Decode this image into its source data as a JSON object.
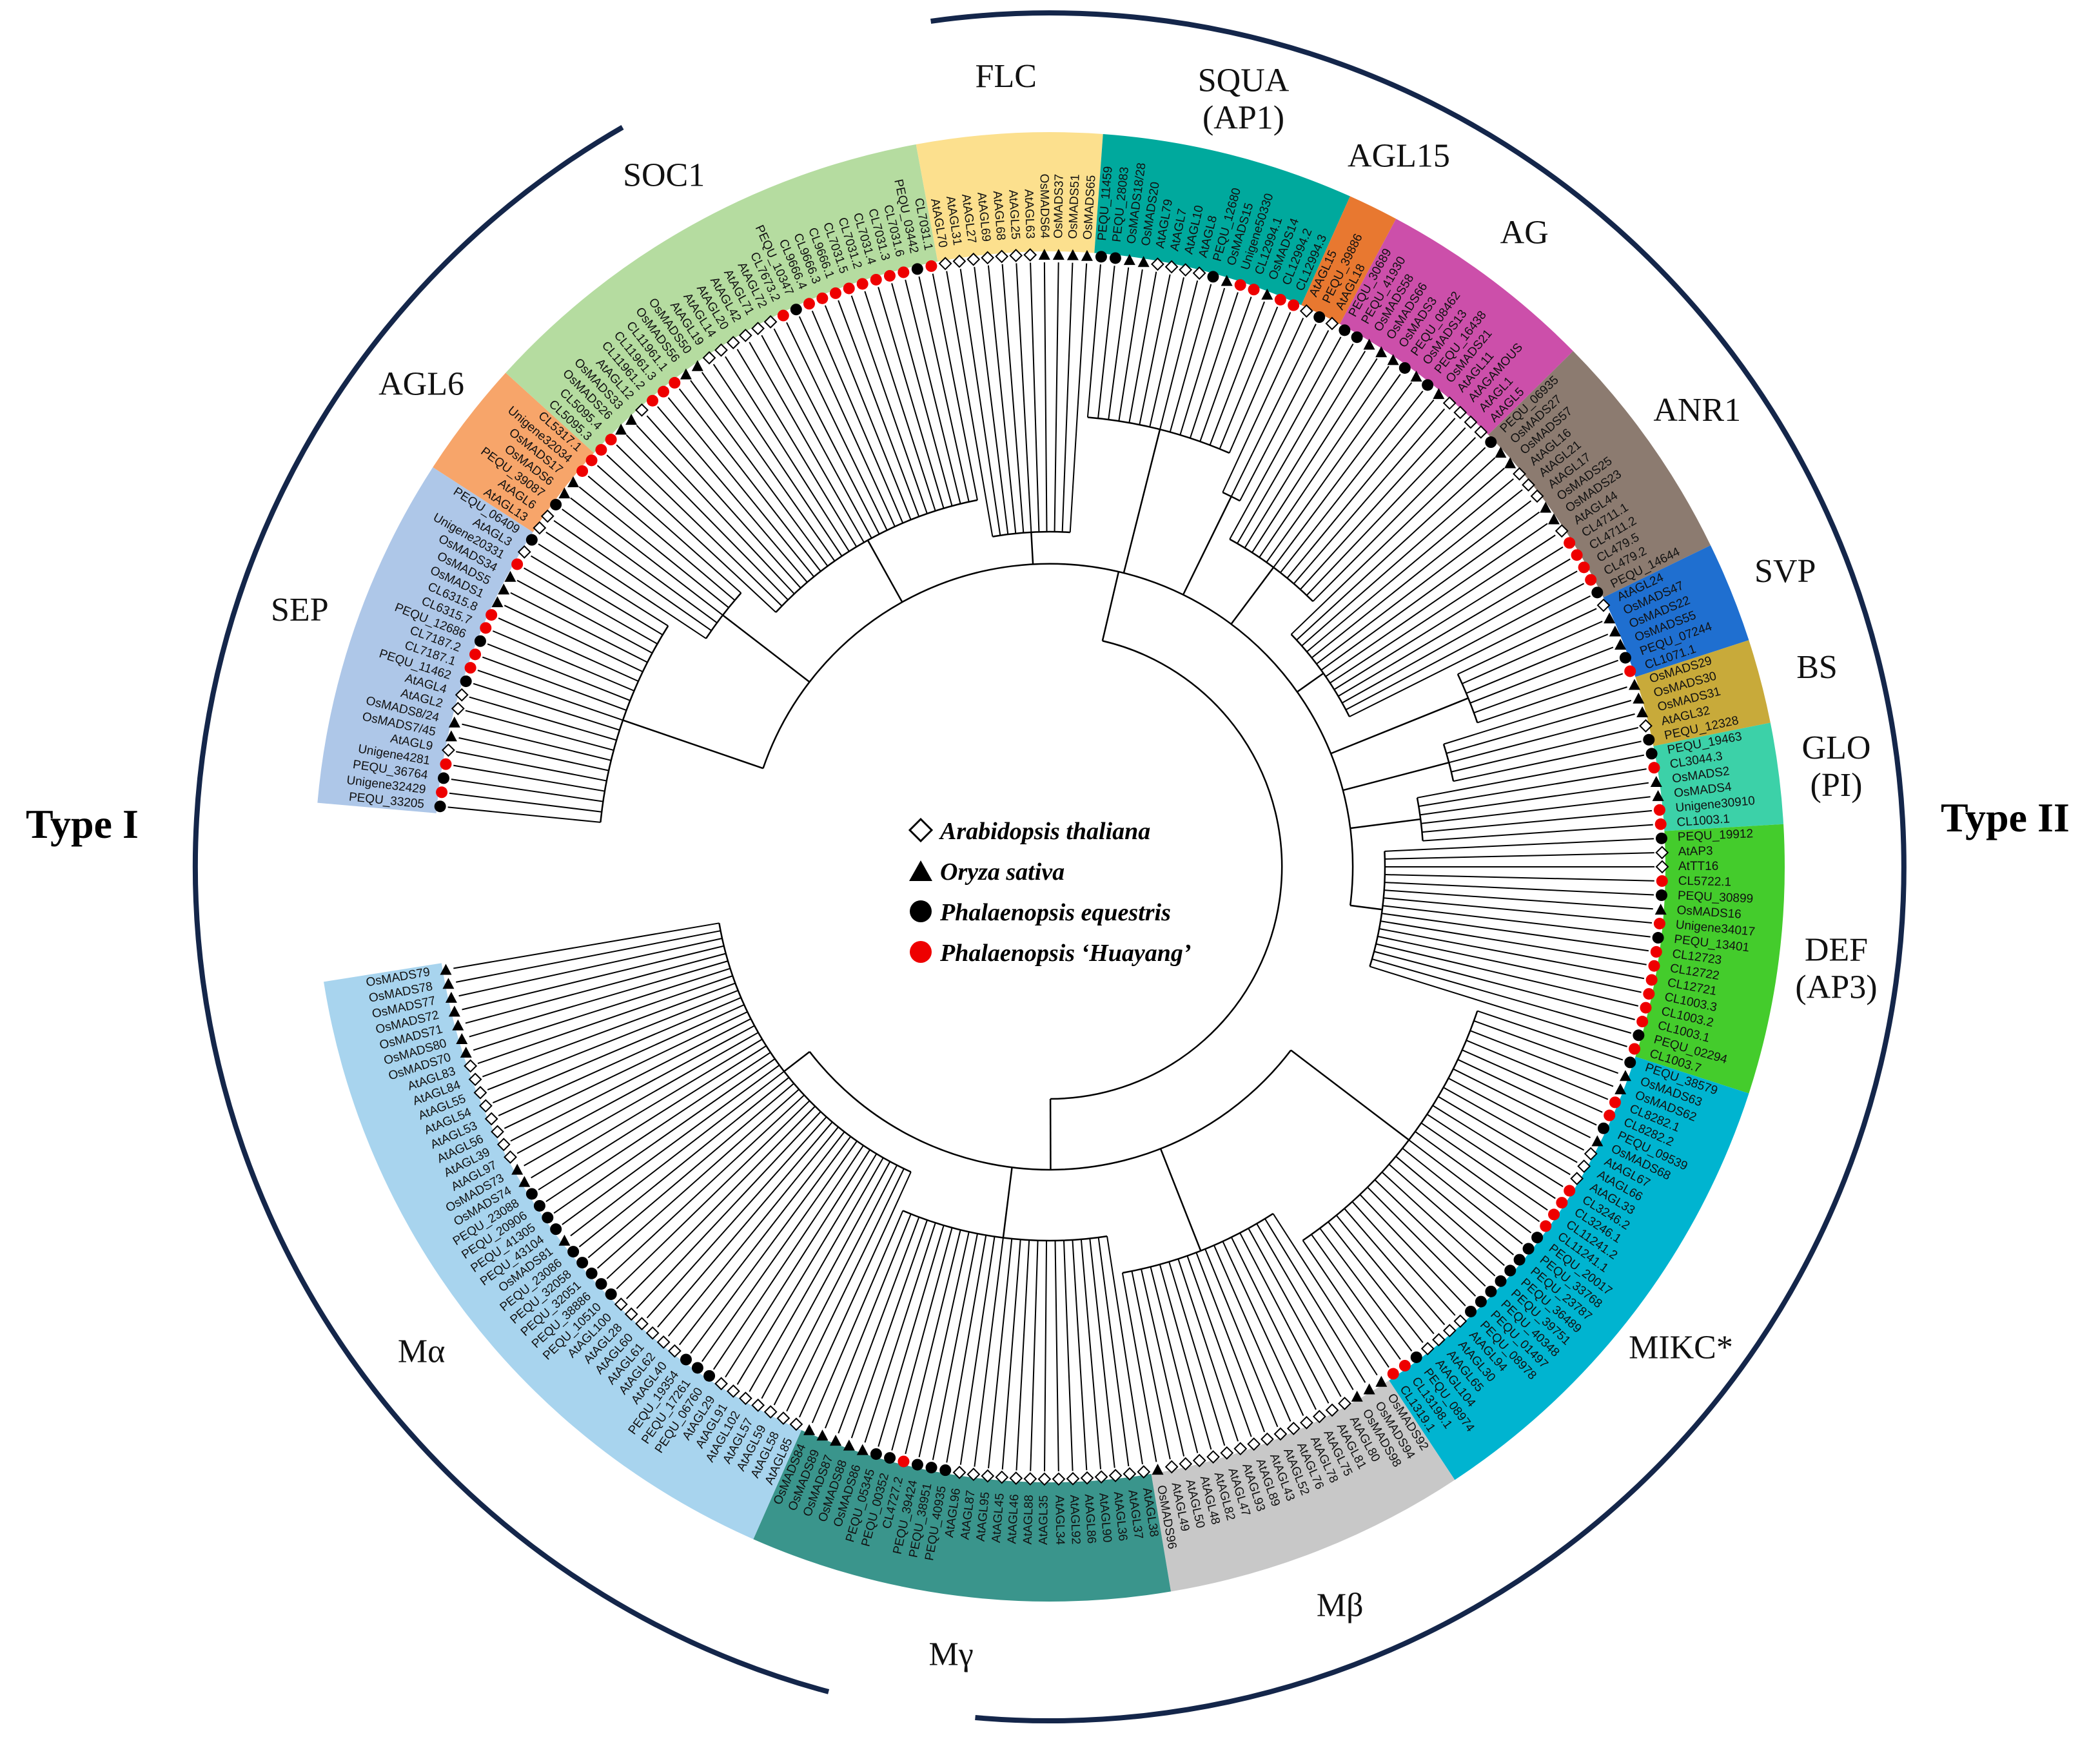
{
  "type_labels": {
    "left": "Type I",
    "right": "Type II"
  },
  "legend": [
    {
      "label": "Arabidopsis thaliana",
      "marker": "open-diamond"
    },
    {
      "label": "Oryza sativa",
      "marker": "triangle"
    },
    {
      "label": "Phalaenopsis equestris",
      "marker": "black-dot"
    },
    {
      "label": "Phalaenopsis ‘Huayang’",
      "marker": "red-dot"
    }
  ],
  "clades": [
    {
      "name": "SEP",
      "lines": [
        "SEP"
      ],
      "color": "#aec7e8",
      "leaves": [
        "PEQU_33205",
        "Unigene32429",
        "PEQU_36764",
        "Unigene4281",
        "AtAGL9",
        "OsMADS7/45",
        "OsMADS8/24",
        "AtAGL2",
        "AtAGL4",
        "PEQU_11462",
        "CL7187.1",
        "CL7187.2",
        "PEQU_12686",
        "CL6315.7",
        "CL6315.8",
        "OsMADS1",
        "OsMADS5",
        "OsMADS34",
        "Unigene20331",
        "AtAGL3",
        "PEQU_06409"
      ]
    },
    {
      "name": "AGL6",
      "lines": [
        "AGL6"
      ],
      "color": "#f7a56a",
      "leaves": [
        "AtAGL13",
        "AtAGL6",
        "PEQU_39087",
        "OsMADS6",
        "OsMADS17",
        "Unigene32034",
        "CL5317.1"
      ]
    },
    {
      "name": "SOC1",
      "lines": [
        "SOC1"
      ],
      "color": "#b5dca0",
      "leaves": [
        "CL5095.3",
        "CL5095.4",
        "OsMADS26",
        "OsMADS33",
        "AtAGL12",
        "CL11961.2",
        "CL11961.3",
        "CL11961.1",
        "OsMADS56",
        "OsMADS50",
        "AtAGL19",
        "AtAGL14",
        "AtAGL20",
        "AtAGL42",
        "AtAGL71",
        "AtAGL72",
        "CL7673.2",
        "PEQU_10347",
        "CL9666.4",
        "CL9666.3",
        "CL9666.1",
        "CL7031.5",
        "CL7031.2",
        "CL7031.4",
        "CL7031.3",
        "CL7031.6",
        "PEQU_03442",
        "CL7031.1"
      ]
    },
    {
      "name": "FLC",
      "lines": [
        "FLC"
      ],
      "color": "#fce08e",
      "leaves": [
        "AtAGL70",
        "AtAGL31",
        "AtAGL27",
        "AtAGL69",
        "AtAGL68",
        "AtAGL25",
        "AtAGL63",
        "OsMADS64",
        "OsMADS37",
        "OsMADS51",
        "OsMADS65"
      ]
    },
    {
      "name": "SQUA",
      "lines": [
        "SQUA",
        "(AP1)"
      ],
      "color": "#00a99d",
      "leaves": [
        "PEQU_11459",
        "PEQU_28083",
        "OsMADS18/28",
        "OsMADS20",
        "AtAGL79",
        "AtAGL7",
        "AtAGL10",
        "AtAGL8",
        "PEQU_12680",
        "OsMADS15",
        "Unigene50330",
        "CL12994.1",
        "OsMADS14",
        "CL12994.2",
        "CL12994.3"
      ]
    },
    {
      "name": "AGL15",
      "lines": [
        "AGL15"
      ],
      "color": "#e87830",
      "leaves": [
        "AtAGL15",
        "PEQU_39886",
        "AtAGL18"
      ]
    },
    {
      "name": "AG",
      "lines": [
        "AG"
      ],
      "color": "#cc4faa",
      "leaves": [
        "PEQU_30689",
        "PEQU_41930",
        "OsMADS58",
        "OsMADS66",
        "OsMADS3",
        "PEQU_08462",
        "OsMADS13",
        "PEQU_16438",
        "OsMADS21",
        "AtAGL11",
        "AtAGAMOUS",
        "AtAGL1",
        "AtAGL5"
      ]
    },
    {
      "name": "ANR1",
      "lines": [
        "ANR1"
      ],
      "color": "#8c7b70",
      "leaves": [
        "PEQU_06935",
        "OsMADS27",
        "OsMADS57",
        "AtAGL16",
        "AtAGL21",
        "AtAGL17",
        "OsMADS25",
        "OsMADS23",
        "AtAGL44",
        "CL4711.1",
        "CL4711.2",
        "CL479.5",
        "CL479.2",
        "PEQU_14644"
      ]
    },
    {
      "name": "SVP",
      "lines": [
        "SVP"
      ],
      "color": "#1f6fd0",
      "leaves": [
        "AtAGL24",
        "OsMADS47",
        "OsMADS22",
        "OsMADS55",
        "PEQU_07244",
        "CL1071.1"
      ]
    },
    {
      "name": "BS",
      "lines": [
        "BS"
      ],
      "color": "#c8aa3a",
      "leaves": [
        "OsMADS29",
        "OsMADS30",
        "OsMADS31",
        "AtAGL32",
        "PEQU_12328"
      ]
    },
    {
      "name": "GLO",
      "lines": [
        "GLO",
        "(PI)"
      ],
      "color": "#3cd1a8",
      "leaves": [
        "PEQU_19463",
        "CL3044.3",
        "OsMADS2",
        "OsMADS4",
        "Unigene30910",
        "CL1003.1"
      ]
    },
    {
      "name": "DEF",
      "lines": [
        "DEF",
        "(AP3)"
      ],
      "color": "#44cc2c",
      "leaves": [
        "PEQU_19912",
        "AtAP3",
        "AtTT16",
        "CL5722.1",
        "PEQU_30899",
        "OsMADS16",
        "Unigene34017",
        "PEQU_13401",
        "CL12723",
        "CL12722",
        "CL12721",
        "CL1003.3",
        "CL1003.2",
        "CL1003.1",
        "PEQU_02294",
        "CL1003.7"
      ]
    },
    {
      "name": "MIKC*",
      "lines": [
        "MIKC*"
      ],
      "color": "#00b4d0",
      "leaves": [
        "PEQU_38579",
        "OsMADS63",
        "OsMADS62",
        "CL8282.1",
        "CL8282.2",
        "PEQU_09539",
        "OsMADS68",
        "AtAGL67",
        "AtAGL66",
        "AtAGL33",
        "CL3246.2",
        "CL3246.1",
        "CL11241.2",
        "CL11241.1",
        "PEQU_20017",
        "PEQU_33768",
        "PEQU_23787",
        "PEQU_36489",
        "PEQU_39751",
        "PEQU_40348",
        "PEQU_01497",
        "PEQU_08978",
        "AtAGL94",
        "AtAGL30",
        "AtAGL65",
        "AtAGL104",
        "PEQU_08974",
        "CL13198.1",
        "CL1319.1"
      ]
    },
    {
      "name": "Mβ",
      "lines": [
        "Mβ"
      ],
      "color": "#c8c8c8",
      "leaves": [
        "OsMADS92",
        "OsMADS94",
        "OsMADS98",
        "AtAGL80",
        "AtAGL81",
        "AtAGL75",
        "AtAGL78",
        "AtAGL76",
        "AtAGL52",
        "AtAGL43",
        "AtAGL89",
        "AtAGL93",
        "AtAGL47",
        "AtAGL82",
        "AtAGL48",
        "AtAGL50",
        "AtAGL49",
        "OsMADS96"
      ]
    },
    {
      "name": "Mγ",
      "lines": [
        "Mγ"
      ],
      "color": "#3a958c",
      "leaves": [
        "AtAGL38",
        "AtAGL37",
        "AtAGL36",
        "AtAGL90",
        "AtAGL86",
        "AtAGL92",
        "AtAGL34",
        "AtAGL35",
        "AtAGL88",
        "AtAGL46",
        "AtAGL45",
        "AtAGL95",
        "AtAGL87",
        "AtAGL96",
        "PEQU_40935",
        "PEQU_38951",
        "PEQU_39424",
        "CL4727.2",
        "PEQU_00352",
        "PEQU_05345",
        "OsMADS86",
        "OsMADS88",
        "OsMADS87",
        "OsMADS89",
        "OsMADS84"
      ]
    },
    {
      "name": "Mα",
      "lines": [
        "Mα"
      ],
      "color": "#a8d4ee",
      "leaves": [
        "AtAGL85",
        "AtAGL58",
        "AtAGL59",
        "AtAGL57",
        "AtAGL102",
        "AtAGL91",
        "AtAGL29",
        "PEQU_06760",
        "PEQU_17261",
        "PEQU_19354",
        "AtAGL40",
        "AtAGL62",
        "AtAGL61",
        "AtAGL60",
        "AtAGL28",
        "AtAGL100",
        "PEQU_10510",
        "PEQU_38886",
        "PEQU_32051",
        "PEQU_32058",
        "PEQU_23086",
        "OsMADS81",
        "PEQU_43104",
        "PEQU_41305",
        "PEQU_20906",
        "PEQU_23088",
        "OsMADS74",
        "OsMADS73",
        "AtAGL97",
        "AtAGL39",
        "AtAGL56",
        "AtAGL53",
        "AtAGL54",
        "AtAGL55",
        "AtAGL84",
        "AtAGL83",
        "OsMADS70",
        "OsMADS80",
        "OsMADS71",
        "OsMADS72",
        "OsMADS77",
        "OsMADS78",
        "OsMADS79"
      ]
    }
  ]
}
